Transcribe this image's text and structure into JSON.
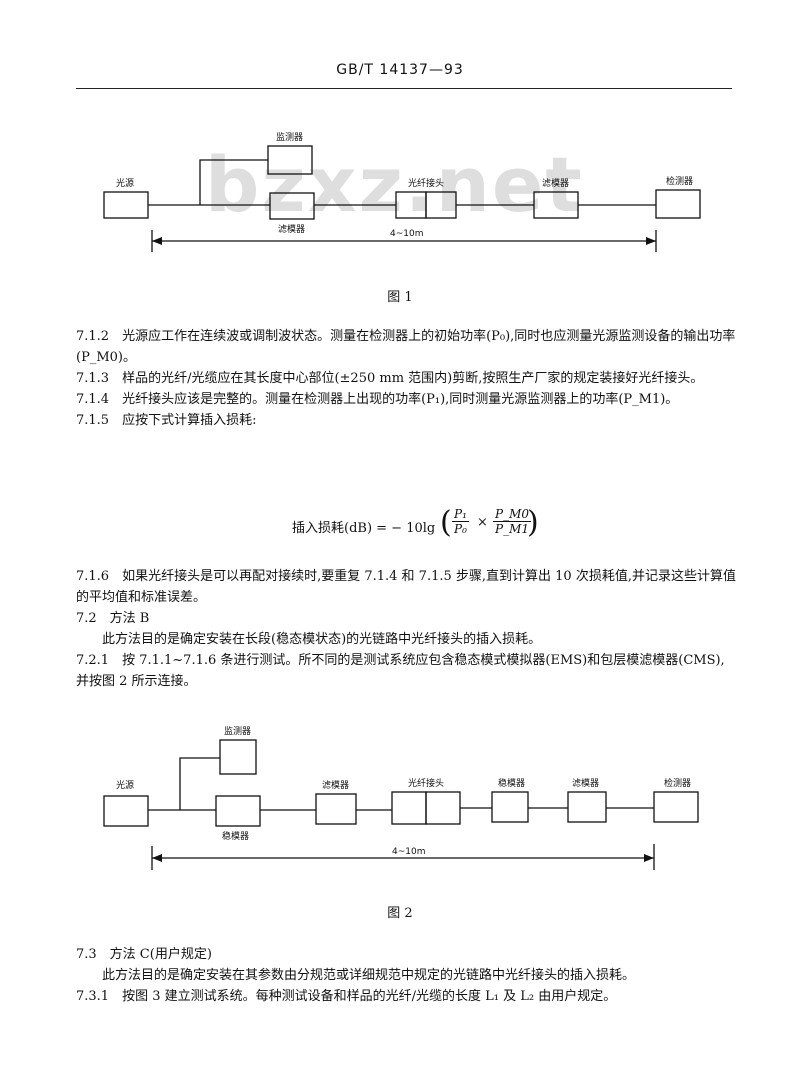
{
  "header": {
    "standard": "GB/T  14137—93"
  },
  "watermark": "bzxz.net",
  "figure1": {
    "caption": "图 1",
    "labels": {
      "source": "光源",
      "monitor": "监测器",
      "filter": "滤模器",
      "connector": "光纤接头",
      "filter2": "滤模器",
      "detector": "检测器",
      "length": "4~10m"
    }
  },
  "paragraphs": {
    "p712": "7.1.2　光源应工作在连续波或调制波状态。测量在检测器上的初始功率(P₀),同时也应测量光源监测设备的输出功率(P_M0)。",
    "p713": "7.1.3　样品的光纤/光缆应在其长度中心部位(±250 mm 范围内)剪断,按照生产厂家的规定装接好光纤接头。",
    "p714": "7.1.4　光纤接头应该是完整的。测量在检测器上出现的功率(P₁),同时测量光源监测器上的功率(P_M1)。",
    "p715": "7.1.5　应按下式计算插入损耗:",
    "p716": "7.1.6　如果光纤接头是可以再配对接续时,要重复 7.1.4 和 7.1.5 步骤,直到计算出 10 次损耗值,并记录这些计算值的平均值和标准误差。",
    "p72": "7.2　方法 B",
    "p72a": "此方法目的是确定安装在长段(稳态模状态)的光链路中光纤接头的插入损耗。",
    "p721": "7.2.1　按 7.1.1~7.1.6 条进行测试。所不同的是测试系统应包含稳态模式模拟器(EMS)和包层模滤模器(CMS),并按图 2 所示连接。",
    "p73": "7.3　方法 C(用户规定)",
    "p73a": "此方法目的是确定安装在其参数由分规范或详细规范中规定的光链路中光纤接头的插入损耗。",
    "p731": "7.3.1　按图 3 建立测试系统。每种测试设备和样品的光纤/光缆的长度 L₁ 及 L₂ 由用户规定。"
  },
  "formula": {
    "label": "插入损耗(dB) = − 10lg",
    "n1": "P₁",
    "d1": "P₀",
    "times": "×",
    "n2": "P_M0",
    "d2": "P_M1"
  },
  "figure2": {
    "caption": "图 2",
    "labels": {
      "source": "光源",
      "monitor": "监测器",
      "ems": "稳模器",
      "filter1": "滤模器",
      "connector": "光纤接头",
      "ems2": "稳模器",
      "filter2": "滤模器",
      "detector": "检测器",
      "length": "4~10m"
    }
  }
}
